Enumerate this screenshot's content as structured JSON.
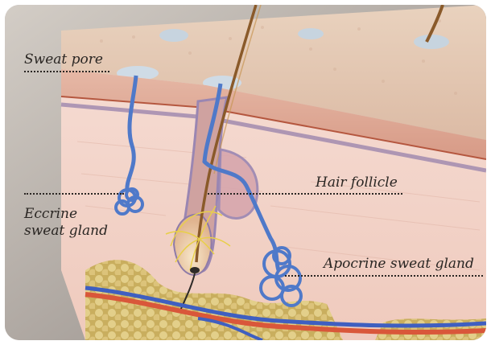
{
  "labels": {
    "sweat_pore": "Sweat pore",
    "eccrine_line1": "Eccrine",
    "eccrine_line2": "sweat gland",
    "hair_follicle": "Hair follicle",
    "apocrine": "Apocrine sweat gland"
  },
  "colors": {
    "skin_surface": "#e8cdb8",
    "dermis": "#f3d6cc",
    "epidermis": "#e2ad9e",
    "gland_blue": "#4f79c9",
    "fat": "#d9c277",
    "label_text": "#2a2623"
  }
}
